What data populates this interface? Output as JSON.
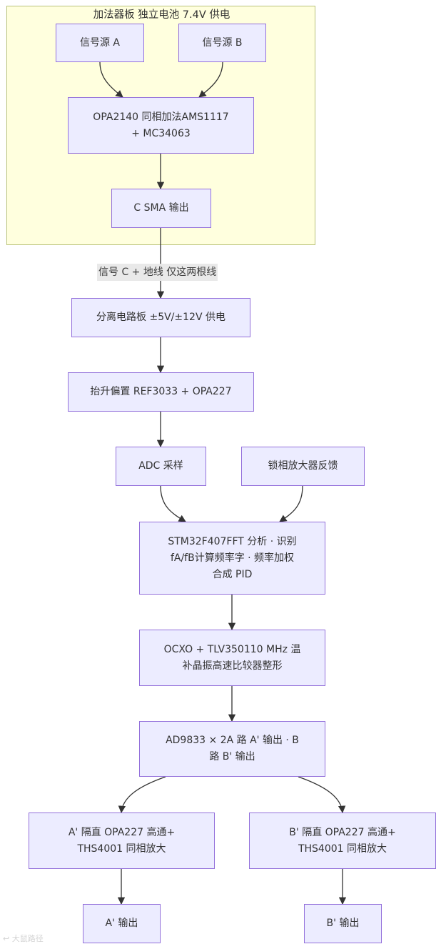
{
  "group": {
    "title": "加法器板 独立电池 7.4V 供电"
  },
  "nodes": {
    "src_a": "信号源 A",
    "src_b": "信号源 B",
    "adder": [
      "OPA2140 同相加法AMS1117",
      "+ MC34063"
    ],
    "sma_out": "C SMA 输出",
    "separator_board": "分离电路板 ±5V/±12V 供电",
    "bias": "抬升偏置 REF3033 + OPA227",
    "adc": "ADC 采样",
    "lockin_fb": "锁相放大器反馈",
    "mcu": [
      "STM32F407FFT 分析 · 识别",
      "fA/fB计算频率字 · 频率加权",
      "合成 PID"
    ],
    "ocxo": [
      "OCXO + TLV350110 MHz 温",
      "补晶振高速比较器整形"
    ],
    "dds": [
      "AD9833 × 2A 路 A' 输出 · B",
      "路 B' 输出"
    ],
    "amp_a": [
      "A' 隔直 OPA227 高通+",
      "THS4001 同相放大"
    ],
    "amp_b": [
      "B' 隔直 OPA227 高通+",
      "THS4001 同相放大"
    ],
    "out_a": "A' 输出",
    "out_b": "B' 输出"
  },
  "edge_labels": {
    "c_link": "信号 C + 地线 仅这两根线"
  },
  "watermark": "大鼠路径",
  "colors": {
    "node_fill": "#ececff",
    "node_stroke": "#9370db",
    "group_fill": "#ffffde",
    "group_stroke": "#b9c27a",
    "edge": "#333333"
  }
}
